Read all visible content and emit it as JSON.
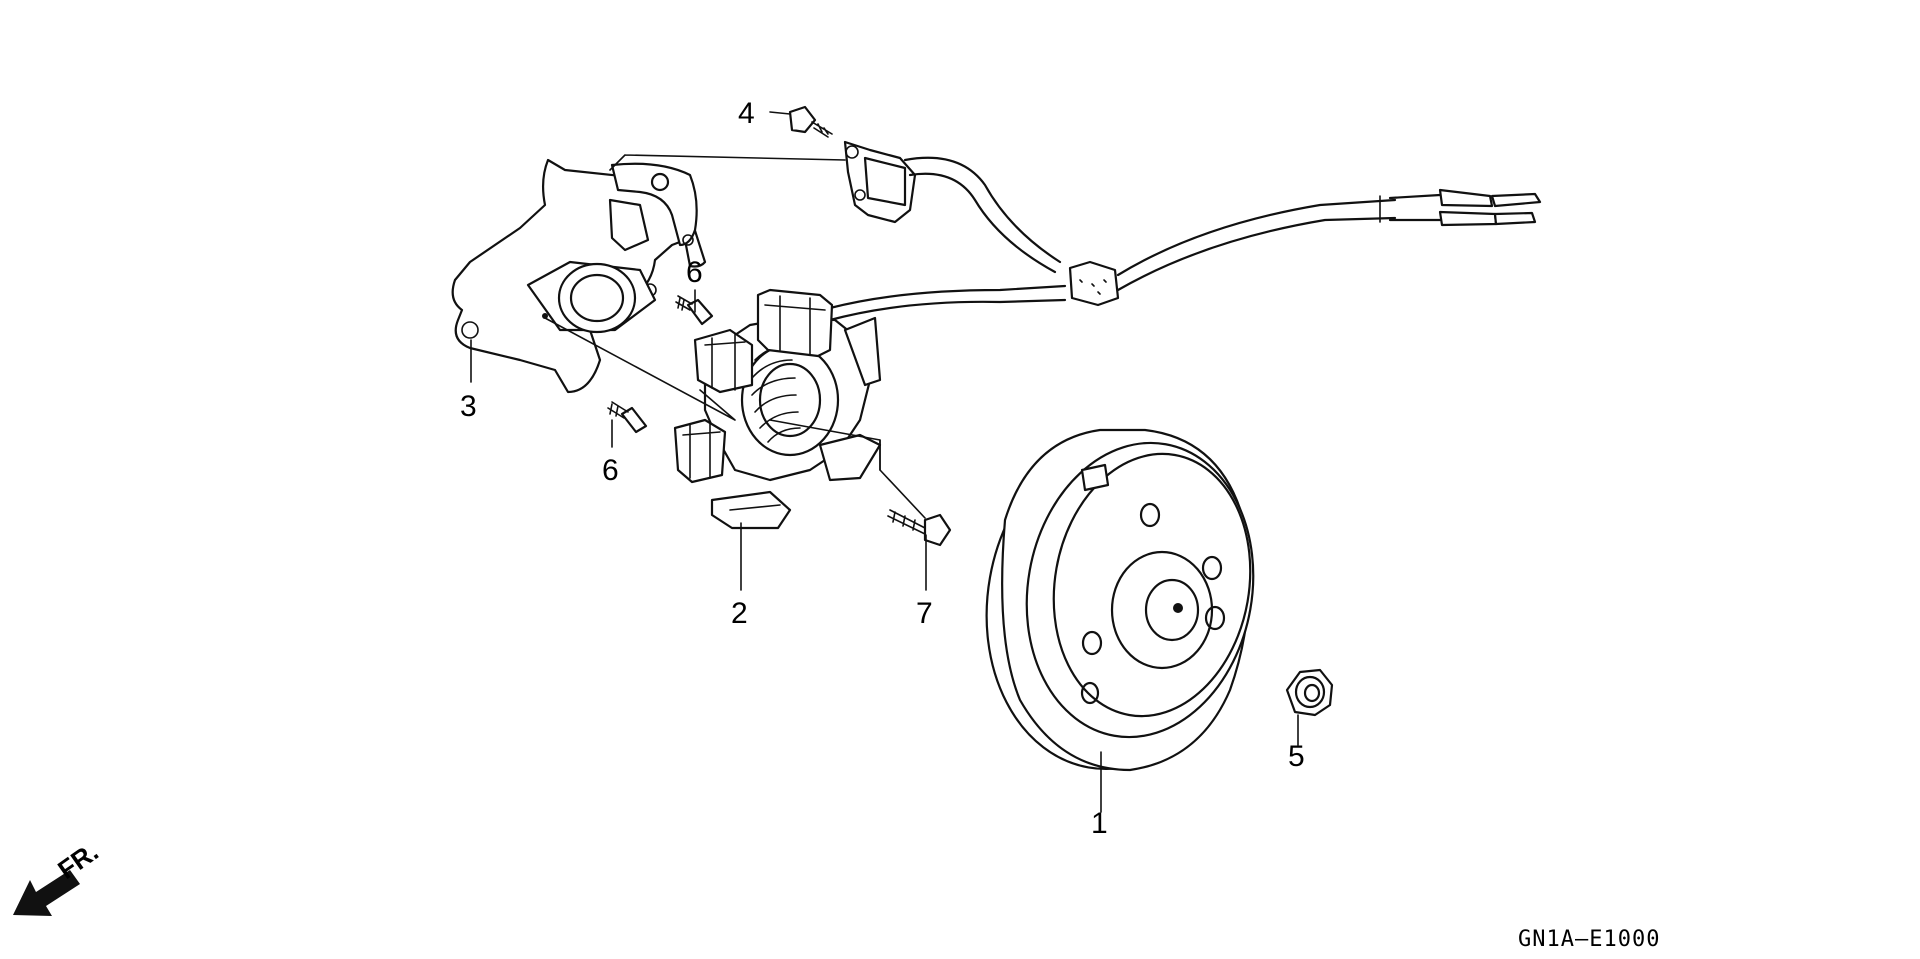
{
  "callouts": {
    "c1": "1",
    "c2": "2",
    "c3": "3",
    "c4": "4",
    "c5": "5",
    "c6a": "6",
    "c6b": "6",
    "c7": "7"
  },
  "direction_label": "FR.",
  "diagram_code": "GN1A–E1000"
}
